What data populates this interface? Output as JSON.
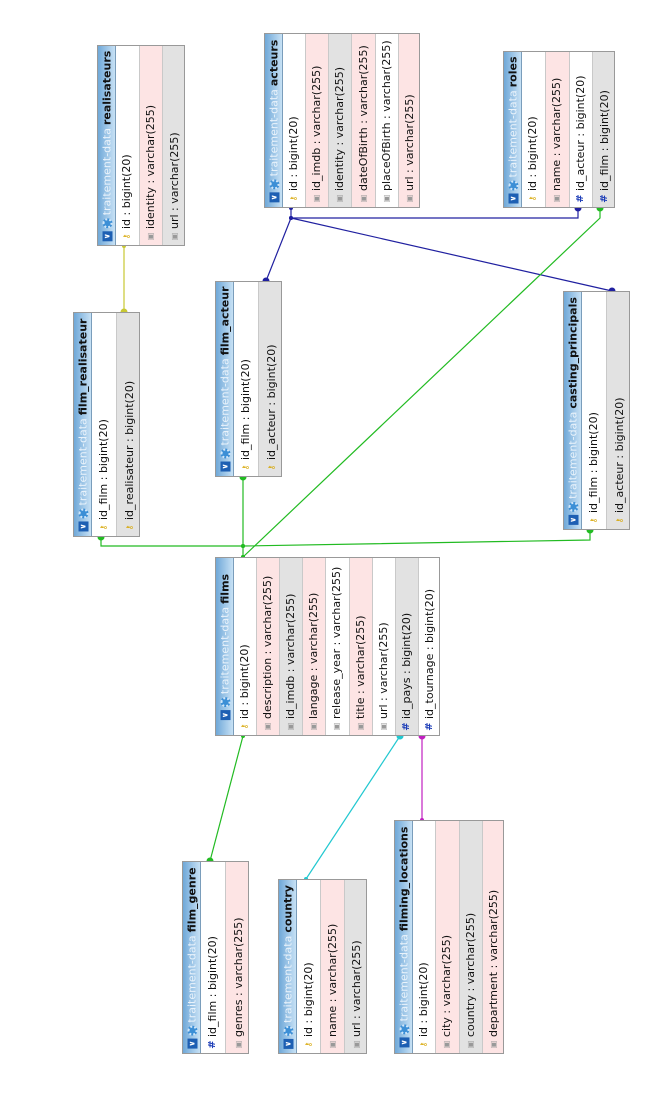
{
  "schema_label": "traitement-data",
  "tables": [
    {
      "id": "realisateurs",
      "name": "realisateurs",
      "columns": [
        {
          "text": "id : bigint(20)",
          "icon": "key"
        },
        {
          "text": "identity : varchar(255)",
          "icon": "str"
        },
        {
          "text": "url : varchar(255)",
          "icon": "str"
        }
      ]
    },
    {
      "id": "acteurs",
      "name": "acteurs",
      "columns": [
        {
          "text": "id : bigint(20)",
          "icon": "key"
        },
        {
          "text": "id_imdb : varchar(255)",
          "icon": "str"
        },
        {
          "text": "identity : varchar(255)",
          "icon": "str"
        },
        {
          "text": "dateOfBirth : varchar(255)",
          "icon": "str"
        },
        {
          "text": "placeOfBirth : varchar(255)",
          "icon": "str"
        },
        {
          "text": "url : varchar(255)",
          "icon": "str"
        }
      ]
    },
    {
      "id": "roles",
      "name": "roles",
      "columns": [
        {
          "text": "id : bigint(20)",
          "icon": "key"
        },
        {
          "text": "name : varchar(255)",
          "icon": "str"
        },
        {
          "text": "id_acteur : bigint(20)",
          "icon": "hash"
        },
        {
          "text": "id_film : bigint(20)",
          "icon": "hash"
        }
      ]
    },
    {
      "id": "film_realisateur",
      "name": "film_realisateur",
      "columns": [
        {
          "text": "id_film : bigint(20)",
          "icon": "key"
        },
        {
          "text": "id_realisateur : bigint(20)",
          "icon": "key"
        }
      ]
    },
    {
      "id": "film_acteur",
      "name": "film_acteur",
      "columns": [
        {
          "text": "id_film : bigint(20)",
          "icon": "key"
        },
        {
          "text": "id_acteur : bigint(20)",
          "icon": "key"
        }
      ]
    },
    {
      "id": "casting_principals",
      "name": "casting_principals",
      "columns": [
        {
          "text": "id_film : bigint(20)",
          "icon": "key"
        },
        {
          "text": "id_acteur : bigint(20)",
          "icon": "key"
        }
      ]
    },
    {
      "id": "films",
      "name": "films",
      "columns": [
        {
          "text": "id : bigint(20)",
          "icon": "key"
        },
        {
          "text": "description : varchar(255)",
          "icon": "str"
        },
        {
          "text": "id_imdb : varchar(255)",
          "icon": "str"
        },
        {
          "text": "langage : varchar(255)",
          "icon": "str"
        },
        {
          "text": "release_year : varchar(255)",
          "icon": "str"
        },
        {
          "text": "title : varchar(255)",
          "icon": "str"
        },
        {
          "text": "url : varchar(255)",
          "icon": "str"
        },
        {
          "text": "id_pays : bigint(20)",
          "icon": "hash"
        },
        {
          "text": "id_tournage : bigint(20)",
          "icon": "hash"
        }
      ]
    },
    {
      "id": "film_genre",
      "name": "film_genre",
      "columns": [
        {
          "text": "id_film : bigint(20)",
          "icon": "hash"
        },
        {
          "text": "genres : varchar(255)",
          "icon": "str"
        }
      ]
    },
    {
      "id": "country",
      "name": "country",
      "columns": [
        {
          "text": "id : bigint(20)",
          "icon": "key"
        },
        {
          "text": "name : varchar(255)",
          "icon": "str"
        },
        {
          "text": "url : varchar(255)",
          "icon": "str"
        }
      ]
    },
    {
      "id": "filming_locations",
      "name": "filming_locations",
      "columns": [
        {
          "text": "id : bigint(20)",
          "icon": "key"
        },
        {
          "text": "city : varchar(255)",
          "icon": "str"
        },
        {
          "text": "country : varchar(255)",
          "icon": "str"
        },
        {
          "text": "department : varchar(255)",
          "icon": "str"
        }
      ]
    }
  ],
  "relations": [
    {
      "from": "realisateurs",
      "to": "film_realisateur",
      "color": "#c8c832"
    },
    {
      "from": "acteurs",
      "to": "film_acteur",
      "color": "#2020a0"
    },
    {
      "from": "acteurs",
      "to": "casting_principals",
      "color": "#2020a0"
    },
    {
      "from": "acteurs",
      "to": "roles",
      "color": "#2020a0"
    },
    {
      "from": "films",
      "to": "roles",
      "color": "#22bb22"
    },
    {
      "from": "films",
      "to": "film_realisateur",
      "color": "#22bb22"
    },
    {
      "from": "films",
      "to": "film_acteur",
      "color": "#22bb22"
    },
    {
      "from": "films",
      "to": "casting_principals",
      "color": "#22bb22"
    },
    {
      "from": "films",
      "to": "film_genre",
      "color": "#22bb22"
    },
    {
      "from": "country",
      "to": "films",
      "color": "#22c8d0"
    },
    {
      "from": "filming_locations",
      "to": "films",
      "color": "#c020c0"
    }
  ]
}
